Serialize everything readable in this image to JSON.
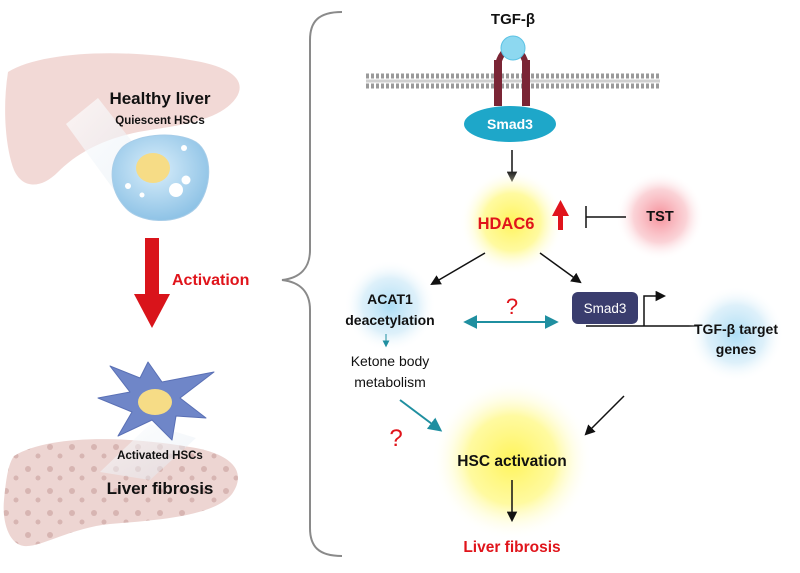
{
  "left_panel": {
    "healthy_title": "Healthy liver",
    "quiescent_label": "Quiescent HSCs",
    "activation_label": "Activation",
    "activated_label": "Activated HSCs",
    "fibrosis_title": "Liver fibrosis"
  },
  "pathway": {
    "ligand": "TGF-β",
    "receptor_smad": "Smad3",
    "hdac6": "HDAC6",
    "inhibitor": "TST",
    "acat1_line1": "ACAT1",
    "acat1_line2": "deacetylation",
    "question_top": "?",
    "smad3_nuclear": "Smad3",
    "target_line1": "TGF-β target",
    "target_line2": "genes",
    "ketone_line1": "Ketone body",
    "ketone_line2": "metabolism",
    "question_left": "?",
    "hsc_activation": "HSC activation",
    "outcome": "Liver fibrosis"
  },
  "colors": {
    "red": "#e0141b",
    "teal": "#1f8fa0",
    "receptor": "#7a2535",
    "smad_teal": "#1ea7c9",
    "smad_navy": "#3a3d6e",
    "cell_blue": "#6f86c8",
    "cell_light": "#b5d8f0"
  }
}
